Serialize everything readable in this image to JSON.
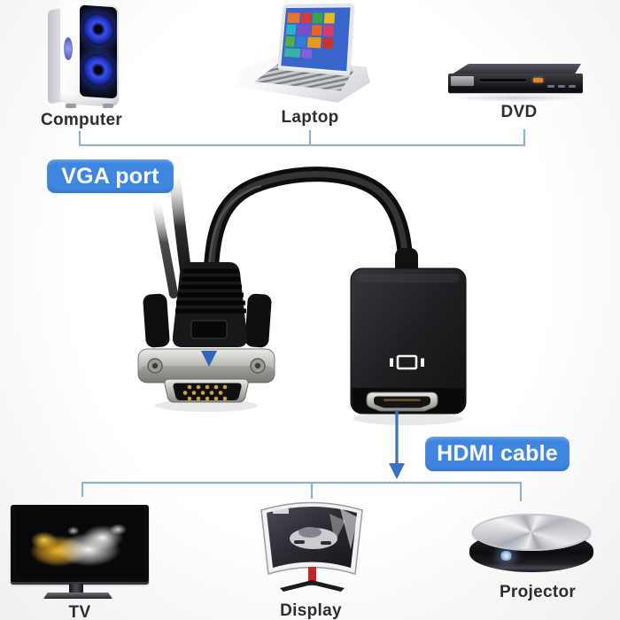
{
  "colors": {
    "background": "#fcfcfc",
    "tag_blue": "#3f86e0",
    "arrow_blue": "#3a70bc",
    "connector_line": "#8fb3c9",
    "label_text": "#2d2d30"
  },
  "tags": {
    "vga_label": "VGA port",
    "hdmi_label": "HDMI cable"
  },
  "top_row": {
    "devices": [
      {
        "label": "Computer"
      },
      {
        "label": "Laptop"
      },
      {
        "label": "DVD"
      }
    ]
  },
  "bottom_row": {
    "devices": [
      {
        "label": "TV"
      },
      {
        "label": "Display"
      },
      {
        "label": "Projector"
      }
    ]
  },
  "icons": {
    "adapter_front_icon": "monitor-icon",
    "left_plug": "vga-male-connector",
    "right_socket": "hdmi-female-port"
  }
}
